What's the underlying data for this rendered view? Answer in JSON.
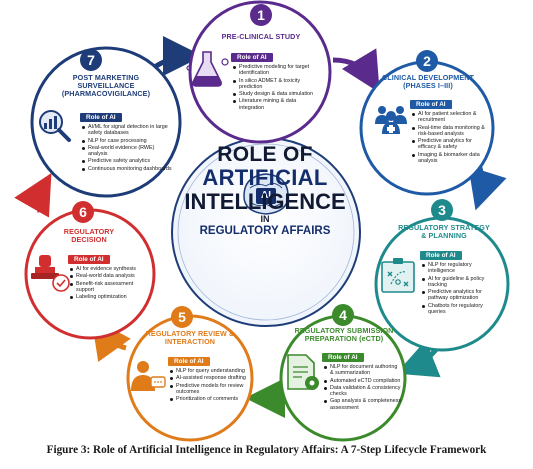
{
  "center": {
    "ai_badge": "AI",
    "line1": "ROLE OF",
    "line2": "ARTIFICIAL",
    "line3": "INTELLIGENCE",
    "line4": "IN",
    "line5": "REGULATORY AFFAIRS"
  },
  "role_label": "Role of AI",
  "steps": [
    {
      "number": "1",
      "title": "PRE-CLINICAL STUDY",
      "color": "#5a2a8c",
      "icon": "flask-icon",
      "bullets": [
        "Predictive modeling for target identification",
        "In silico ADMET & toxicity prediction",
        "Study design & data simulation",
        "Literature mining & data integration"
      ]
    },
    {
      "number": "2",
      "title": "CLINICAL DEVELOPMENT (PHASES I–III)",
      "color": "#1f5aa6",
      "icon": "medical-team-icon",
      "bullets": [
        "AI for patient selection & recruitment",
        "Real-time data monitoring & risk-based analysis",
        "Predictive analytics for efficacy & safety",
        "Imaging & biomarker data analysis"
      ]
    },
    {
      "number": "3",
      "title": "REGULATORY STRATEGY & PLANNING",
      "color": "#1f8a8c",
      "icon": "strategy-board-icon",
      "bullets": [
        "NLP for regulatory intelligence",
        "AI for guideline & policy tracking",
        "Predictive analytics for pathway optimization",
        "Chatbots for regulatory queries"
      ]
    },
    {
      "number": "4",
      "title": "REGULATORY SUBMISSION PREPARATION (eCTD)",
      "color": "#3b8a2c",
      "icon": "document-gear-icon",
      "bullets": [
        "NLP for document authoring & summarization",
        "Automated eCTD compilation",
        "Data validation & consistency checks",
        "Gap analysis & completeness assessment"
      ]
    },
    {
      "number": "5",
      "title": "REGULATORY REVIEW & INTERACTION",
      "color": "#e07b1a",
      "icon": "reviewer-chat-icon",
      "bullets": [
        "NLP for query understanding",
        "AI-assisted response drafting",
        "Predictive models for review outcomes",
        "Prioritization of comments"
      ]
    },
    {
      "number": "6",
      "title": "REGULATORY DECISION",
      "color": "#d12f2f",
      "icon": "approval-stamp-icon",
      "bullets": [
        "AI for evidence synthesis",
        "Real-world data analysis",
        "Benefit-risk assessment support",
        "Labeling optimization"
      ]
    },
    {
      "number": "7",
      "title": "POST MARKETING SURVEILLANCE (PHARMACOVIGILANCE)",
      "color": "#1e3c78",
      "icon": "magnifier-chart-icon",
      "bullets": [
        "AI/ML for signal detection in large safety databases",
        "NLP for case processing",
        "Real-world evidence (RWE) analysis",
        "Predictive safety analytics",
        "Continuous monitoring dashboards"
      ]
    }
  ],
  "caption": "Figure 3: Role of Artificial Intelligence in Regulatory Affairs: A 7-Step Lifecycle Framework"
}
